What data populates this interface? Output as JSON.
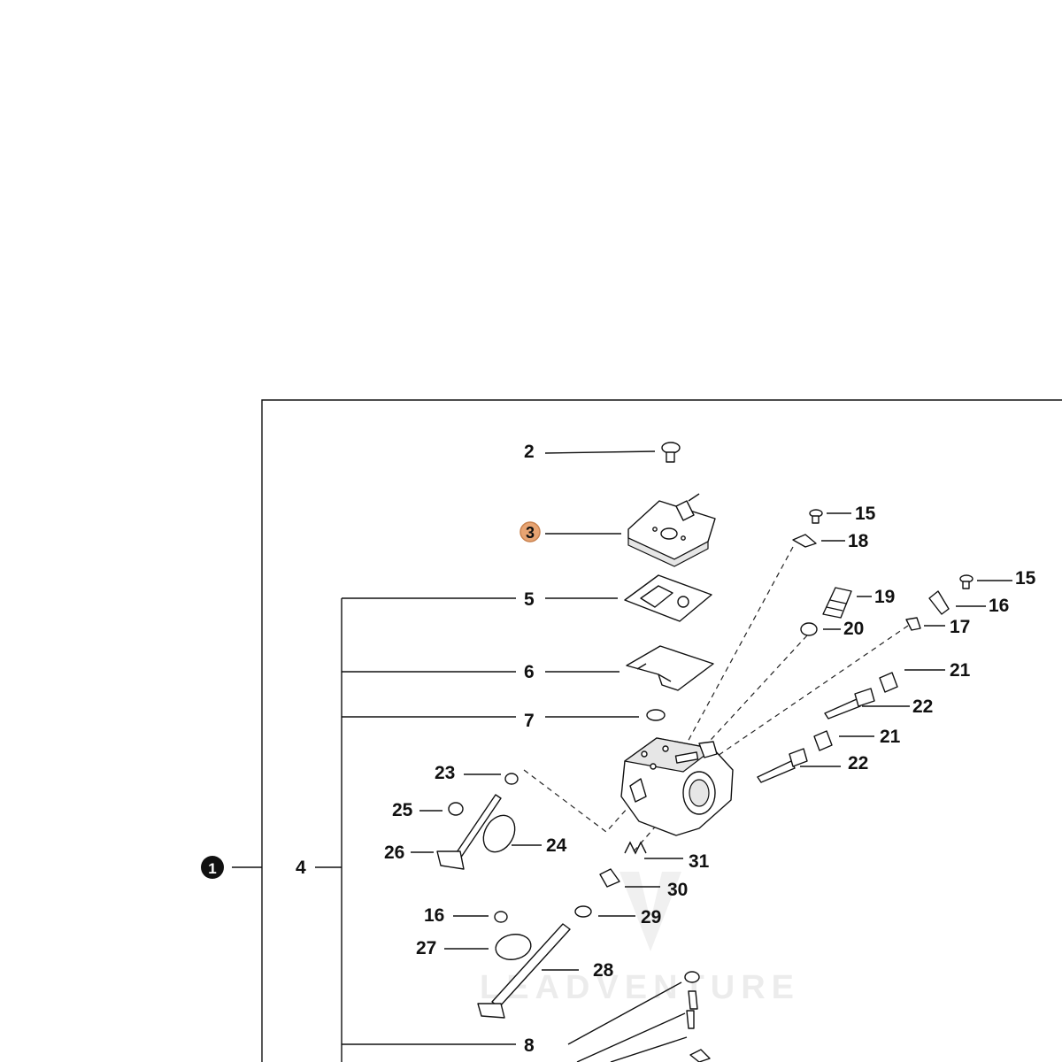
{
  "diagram": {
    "assembly_badge": "1",
    "highlight_badge": "3",
    "group_label": "4",
    "watermark": "LEADVENTURE",
    "highlight_color": "#e8a472",
    "labels": {
      "p2": "2",
      "p5": "5",
      "p6": "6",
      "p7": "7",
      "p8": "8",
      "p15a": "15",
      "p15b": "15",
      "p16a": "16",
      "p16b": "16",
      "p17": "17",
      "p18": "18",
      "p19": "19",
      "p20": "20",
      "p21a": "21",
      "p21b": "21",
      "p22a": "22",
      "p22b": "22",
      "p23": "23",
      "p24": "24",
      "p25": "25",
      "p26": "26",
      "p27": "27",
      "p28": "28",
      "p29": "29",
      "p30": "30",
      "p31": "31"
    }
  }
}
